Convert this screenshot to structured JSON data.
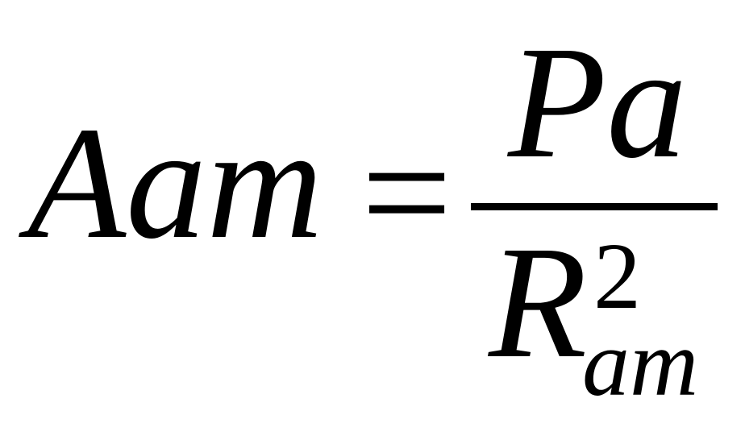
{
  "formula": {
    "lhs": "Aam",
    "equals": "=",
    "numerator": "Pa",
    "denominator_base": "R",
    "denominator_superscript": "2",
    "denominator_subscript": "am"
  }
}
